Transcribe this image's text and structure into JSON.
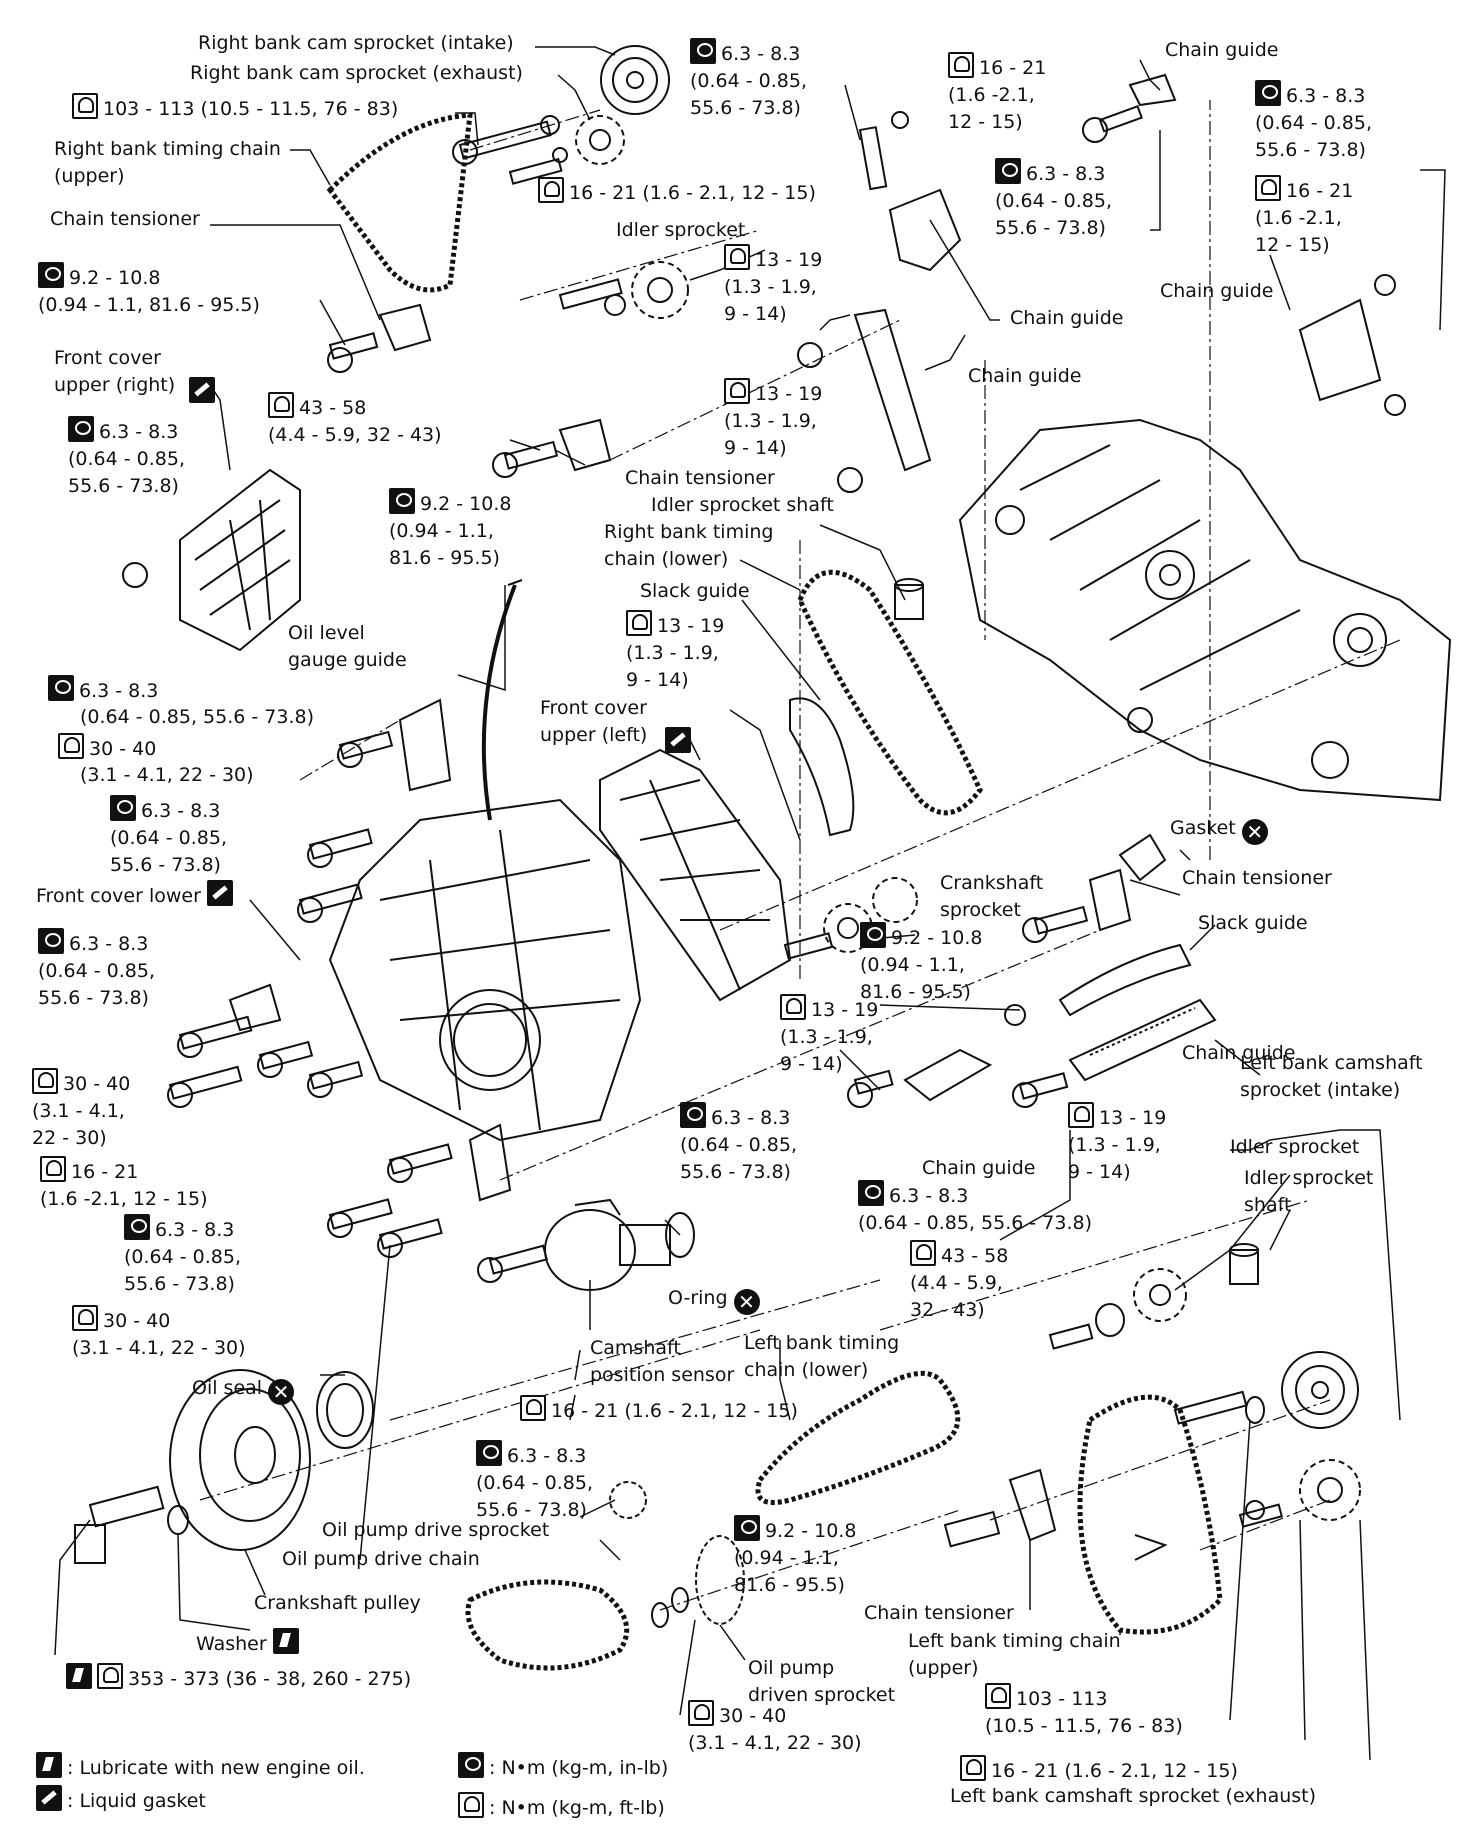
{
  "labels": {
    "rb_cam_int": "Right bank cam sprocket (intake)",
    "rb_cam_exh": "Right bank cam sprocket (exhaust)",
    "t103_top": "103 - 113 (10.5 - 11.5, 76 - 83)",
    "rb_chain_upper": "Right bank timing chain\n(upper)",
    "t16_21_a": "16 - 21 (1.6 - 2.1, 12 - 15)",
    "chain_tensioner_1": "Chain tensioner",
    "idler_sprocket_1": "Idler sprocket",
    "t92_a": "9.2 - 10.8\n(0.94 - 1.1, 81.6 - 95.5)",
    "t13_19_a": "13 - 19\n(1.3 - 1.9,\n9 - 14)",
    "t63_top": "6.3 - 8.3\n(0.64 - 0.85,\n55.6 - 73.8)",
    "t16_21_top": "16 - 21\n(1.6 -2.1,\n12 - 15)",
    "chain_guide_top": "Chain guide",
    "t63_top2": "6.3 - 8.3\n(0.64 - 0.85,\n55.6 - 73.8)",
    "t63_right": "6.3 - 8.3\n(0.64 - 0.85,\n55.6 - 73.8)",
    "t16_21_right": "16 - 21\n(1.6 -2.1,\n12 - 15)",
    "chain_guide_right": "Chain guide",
    "chain_guide_mid": "Chain guide",
    "chain_guide_mid2": "Chain guide",
    "front_cover_upper_right": "Front cover\nupper (right)",
    "t43_58_a": "43 - 58\n(4.4 - 5.9, 32 - 43)",
    "t13_19_b": "13 - 19\n(1.3 - 1.9,\n9 - 14)",
    "t63_left": "6.3 - 8.3\n(0.64 - 0.85,\n55.6 - 73.8)",
    "chain_tensioner_2": "Chain tensioner",
    "idler_shaft_1": "Idler sprocket shaft",
    "t92_b": "9.2 - 10.8\n(0.94 - 1.1,\n81.6 - 95.5)",
    "rb_chain_lower": "Right bank timing\nchain (lower)",
    "slack_guide_1": "Slack guide",
    "oil_level_gauge_guide": "Oil level\ngauge guide",
    "t13_19_c": "13 - 19\n(1.3 - 1.9,\n9 - 14)",
    "t63_b": "6.3 - 8.3",
    "t63_b2": "(0.64 - 0.85, 55.6 - 73.8)",
    "t30_40_a": "30 - 40",
    "t30_40_a2": "(3.1 - 4.1, 22 - 30)",
    "front_cover_upper_left": "Front cover\nupper (left)",
    "t63_c": "6.3 - 8.3\n(0.64 - 0.85,\n55.6 - 73.8)",
    "gasket": "Gasket",
    "front_cover_lower": "Front cover lower",
    "chain_tensioner_3": "Chain tensioner",
    "crankshaft_sprocket": "Crankshaft\nsprocket",
    "t63_d": "6.3 - 8.3\n(0.64 - 0.85,\n55.6 - 73.8)",
    "t92_c": "9.2 - 10.8\n(0.94 - 1.1,\n81.6 - 95.5)",
    "slack_guide_2": "Slack guide",
    "t13_19_d": "13 - 19\n(1.3 - 1.9,\n9 - 14)",
    "chain_guide_low": "Chain guide",
    "t30_40_b": "30 - 40\n(3.1 - 4.1,\n22 - 30)",
    "left_cam_int": "Left bank camshaft\nsprocket (intake)",
    "t13_19_e": "13 - 19\n(1.3 - 1.9,\n9 - 14)",
    "idler_sprocket_2": "Idler sprocket",
    "t16_21_b": "16 - 21\n(1.6 -2.1, 12 - 15)",
    "t63_e": "6.3 - 8.3\n(0.64 - 0.85,\n55.6 - 73.8)",
    "chain_guide_low2": "Chain guide",
    "idler_shaft_2": "Idler sprocket\nshaft",
    "t63_f": "6.3 - 8.3\n(0.64 - 0.85,\n55.6 - 73.8)",
    "t63_g": "6.3 - 8.3\n(0.64 - 0.85, 55.6 - 73.8)",
    "t43_58_b": "43 - 58\n(4.4 - 5.9,\n32 - 43)",
    "t30_40_c": "30 - 40\n(3.1 - 4.1, 22 - 30)",
    "o_ring": "O-ring",
    "camshaft_sensor": "Camshaft\nposition sensor",
    "lb_chain_lower": "Left bank timing\nchain (lower)",
    "oil_seal": "Oil seal",
    "t16_21_c": "16 - 21 (1.6 - 2.1, 12 - 15)",
    "t63_h": "6.3 - 8.3\n(0.64 - 0.85,\n55.6 - 73.8)",
    "t92_d": "9.2 - 10.8\n(0.94 - 1.1,\n81.6 - 95.5)",
    "oil_pump_drive_sprocket": "Oil pump drive sprocket",
    "oil_pump_drive_chain": "Oil pump drive chain",
    "crankshaft_pulley": "Crankshaft pulley",
    "chain_tensioner_4": "Chain tensioner",
    "lb_chain_upper": "Left bank timing chain\n(upper)",
    "washer": "Washer",
    "oil_pump_driven": "Oil pump\ndriven sprocket",
    "t353": "353 - 373 (36 - 38, 260 - 275)",
    "t103_bottom": "103 - 113\n(10.5 - 11.5, 76 - 83)",
    "t30_40_d": "30 - 40\n(3.1 - 4.1, 22 - 30)",
    "t16_21_d": "16 - 21 (1.6 - 2.1, 12 - 15)",
    "left_cam_exh": "Left bank camshaft sprocket (exhaust)"
  },
  "legend": {
    "oil": ": Lubricate with new engine oil.",
    "gasket": ": Liquid gasket",
    "nm_in": ": N•m (kg-m, in-lb)",
    "nm_ft": ": N•m (kg-m, ft-lb)"
  },
  "icons": [
    "torque-in-lb-icon",
    "torque-ft-lb-icon",
    "engine-oil-icon",
    "liquid-gasket-icon",
    "replace-x-icon"
  ]
}
